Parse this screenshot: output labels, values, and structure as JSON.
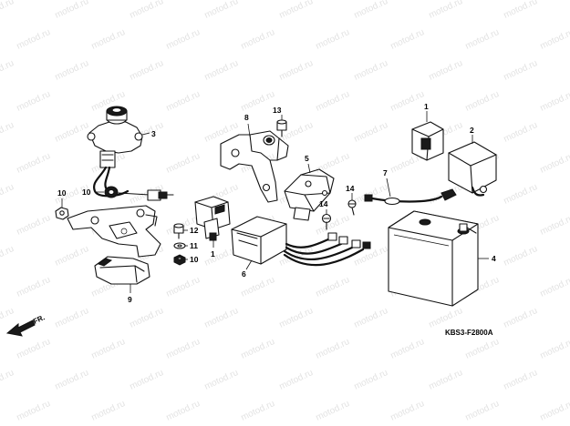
{
  "diagram": {
    "watermark": "motod.ru",
    "drawing_code": "KBS3-F2800A",
    "direction_label": "FR.",
    "callouts": {
      "c1": "1",
      "c2": "2",
      "c3": "3",
      "c4": "4",
      "c5": "5",
      "c6": "6",
      "c7": "7",
      "c8": "8",
      "c9": "9",
      "c10a": "10",
      "c10b": "10",
      "c10c": "10",
      "c11": "11",
      "c12": "12",
      "c13": "13",
      "c14a": "14",
      "c14b": "14"
    }
  }
}
